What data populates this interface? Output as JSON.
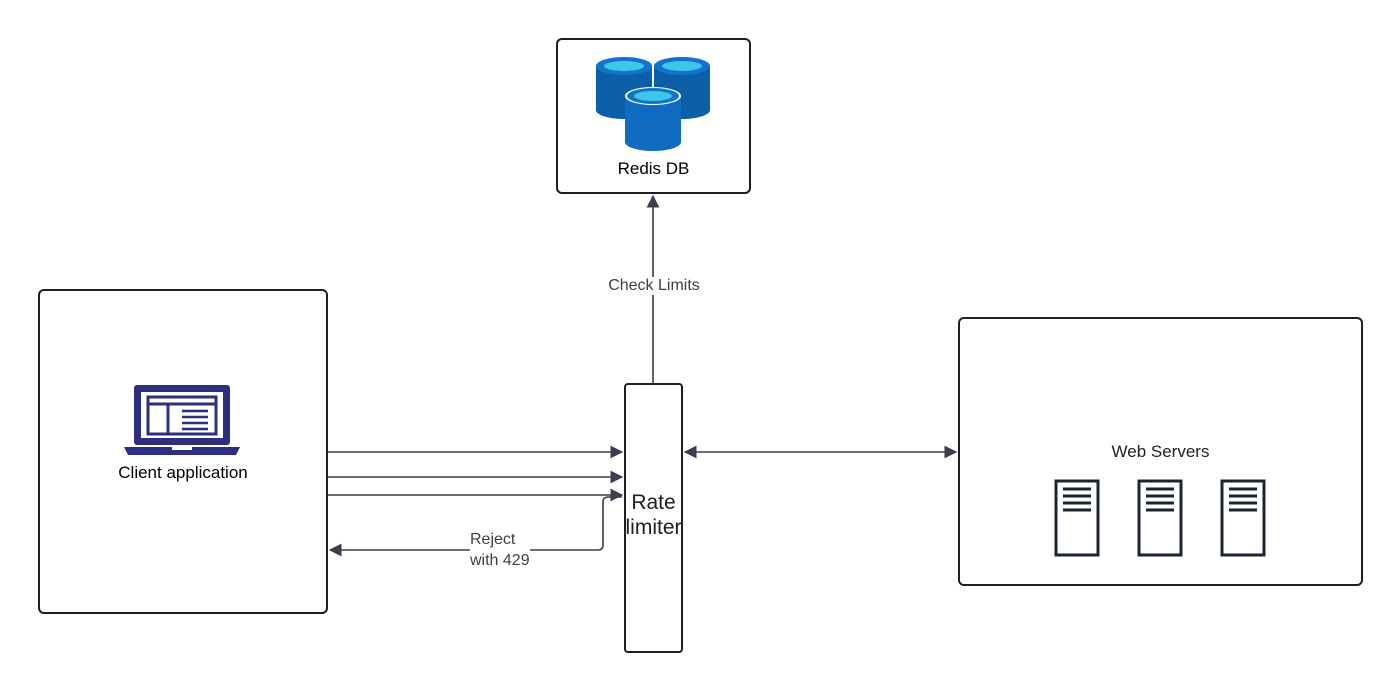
{
  "nodes": {
    "client": {
      "label": "Client application"
    },
    "redis": {
      "label": "Redis DB"
    },
    "rate_limiter": {
      "line1": "Rate",
      "line2": "limiter"
    },
    "web_servers": {
      "label": "Web Servers"
    }
  },
  "edges": {
    "check_limits": {
      "label": "Check Limits"
    },
    "reject": {
      "line1": "Reject",
      "line2": "with 429"
    }
  },
  "colors": {
    "edge": "#3a3f4a",
    "border": "#1f1f1f",
    "laptop": "#2b2f7e",
    "db_dark": "#0a5fa8",
    "db_mid": "#1173c9",
    "db_top": "#3cc6e8",
    "server": "#1b2430"
  },
  "icons": {
    "client": "laptop-icon",
    "redis": "database-icon",
    "web_servers": "server-icon"
  }
}
